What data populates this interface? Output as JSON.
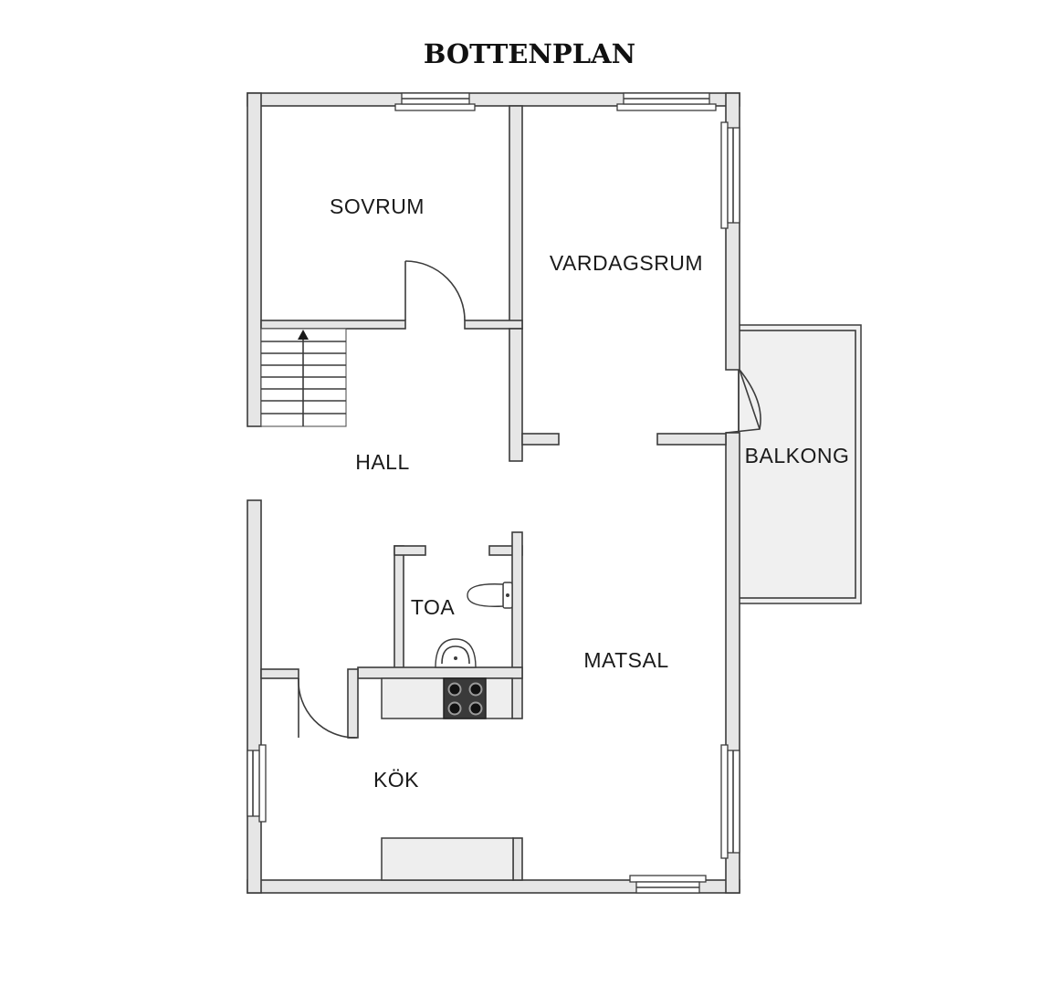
{
  "title": "BOTTENPLAN",
  "rooms": {
    "sovrum": "SOVRUM",
    "vardagsrum": "VARDAGSRUM",
    "hall": "HALL",
    "balkong": "BALKONG",
    "toa": "TOA",
    "matsal": "MATSAL",
    "kok": "KÖK"
  },
  "colors": {
    "wall_fill": "#e6e6e6",
    "line": "#3c3c3c",
    "stove": "#3a3a3a",
    "balcony_fill": "#f0f0f0"
  }
}
